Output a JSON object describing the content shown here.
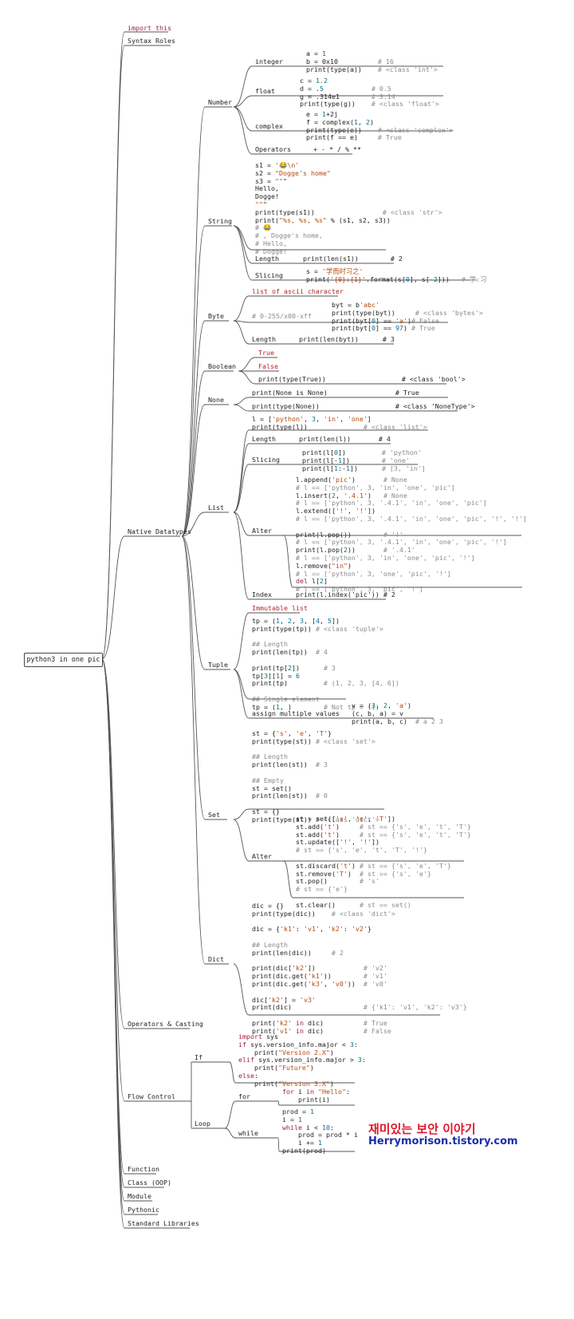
{
  "root": "python3 in one pic",
  "level1": {
    "import_this": "import this",
    "syntax_roles": "Syntax Roles",
    "native_datatypes": "Native Datatypes",
    "operators_casting": "Operators & Casting",
    "flow_control": "Flow Control",
    "function": "Function",
    "class_oop": "Class (OOP)",
    "module": "Module",
    "pythonic": "Pythonic",
    "standard_libraries": "Standard Libraries"
  },
  "types": {
    "number": "Number",
    "string": "String",
    "byte": "Byte",
    "boolean": "Boolean",
    "none": "None",
    "list": "List",
    "tuple": "Tuple",
    "set": "Set",
    "dict": "Dict"
  },
  "number": {
    "integer": "integer",
    "float": "float",
    "complex": "complex",
    "operators": "Operators",
    "operators_code": "+ - * / % **",
    "integer_code": "a = 1\nb = 0x10          # 16\nprint(type(a))    # <class 'int'>",
    "float_code": "c = 1.2\nd = .5            # 0.5\ng = .314e1        # 3.14\nprint(type(g))    # <class 'float'>",
    "complex_code": "e = 1+2j\nf = complex(1, 2)\nprint(type(e))    # <class 'complex'>\nprint(f == e)     # True"
  },
  "string": {
    "intro_code": "s1 = '😂\\n'\ns2 = \"Dogge's home\"\ns3 = \"\"\"\nHello,\nDogge!\n\"\"\"\nprint(type(s1))                 # <class 'str'>\nprint(\"%s, %s, %s\" % (s1, s2, s3))\n# 😂\n# , Dogge's home,\n# Hello,\n# Dogge!",
    "length": "Length",
    "length_code": "print(len(s1))        # 2",
    "slicing": "Slicing",
    "slicing_code": "s = '学而时习之'\nprint('{0}:{1}'.format(s[0], s[-2]))   # 学:习"
  },
  "byte": {
    "list_ascii": "list of ascii character",
    "range_comment": "# 0-255/x00-xff",
    "code": "byt = b'abc'\nprint(type(byt))     # <class 'bytes'>\nprint(byt[0] == 'a')# False\nprint(byt[0] == 97) # True",
    "length": "Length",
    "length_code": "print(len(byt))      # 3"
  },
  "boolean": {
    "true": "True",
    "false": "False",
    "code": "print(type(True))                   # <class 'bool'>"
  },
  "none": {
    "line1": "print(None is None)                 # True",
    "line2": "print(type(None))                   # <class 'NoneType'>"
  },
  "list": {
    "intro_code": "l = ['python', 3, 'in', 'one']\nprint(type(l))              # <class 'list'>",
    "length": "Length",
    "length_code": "print(len(l))       # 4",
    "slicing": "Slicing",
    "slicing_code": "print(l[0])         # 'python'\nprint(l[-1])        # 'one'\nprint(l[1:-1])      # [3, 'in']",
    "alter": "Alter",
    "alter_code": "l.append('pic')       # None\n# l == ['python', 3, 'in', 'one', 'pic']\nl.insert(2, '.4.1')   # None\n# l == ['python', 3, '.4.1', 'in', 'one', 'pic']\nl.extend(['!', '!'])\n# l == ['python', 3, '.4.1', 'in', 'one', 'pic', '!', '!']\n\nprint(l.pop())        # '!'\n# l == ['python', 3, '.4.1', 'in', 'one', 'pic', '!']\nprint(l.pop(2))       # '.4.1'\n# l == ['python', 3, 'in', 'one', 'pic', '!']\nl.remove(\"in\")\n# l == ['python', 3, 'one', 'pic', '!']\ndel l[2]\n# l == ['python', 3, 'pic', '!']",
    "index": "Index",
    "index_code": "print(l.index('pic')) # 2"
  },
  "tuple": {
    "immutable": "Immutable list",
    "code": "tp = (1, 2, 3, [4, 5])\nprint(type(tp)) # <class 'tuple'>\n\n## Length\nprint(len(tp))  # 4\n\nprint(tp[2])      # 3\ntp[3][1] = 6\nprint(tp)         # (1, 2, 3, [4, 6])\n\n## Single element\ntp = (1, )        # Not tp = (1)",
    "assign": "assign multiple values",
    "assign_code": "v = (3, 2, 'a')\n(c, b, a) = v\nprint(a, b, c)  # a 2 3"
  },
  "set": {
    "intro_code": "st = {'s', 'e', 'T'}\nprint(type(st)) # <class 'set'>\n\n## Length\nprint(len(st))  # 3\n\n## Empty\nst = set()\nprint(len(st))  # 0\n\nst = {}\nprint(type(st)) # <class 'dict'>",
    "alter": "Alter",
    "alter_code": "st = set(['s', 'e', 'T'])\nst.add('t')     # st == {'s', 'e', 't', 'T'}\nst.add('t')     # st == {'s', 'e', 't', 'T'}\nst.update(['!', '!'])\n# st == {'s', 'e', 't', 'T', '!'}\n\nst.discard('t') # st == {'s', 'e', 'T'}\nst.remove('T')  # st == {'s', 'e'}\nst.pop()        # 's'\n# st == {'e'}\n\nst.clear()      # st == set()"
  },
  "dict": {
    "code": "dic = {}\nprint(type(dic))    # <class 'dict'>\n\ndic = {'k1': 'v1', 'k2': 'v2'}\n\n## Length\nprint(len(dic))     # 2\n\nprint(dic['k2'])            # 'v2'\nprint(dic.get('k1'))        # 'v1'\nprint(dic.get('k3', 'v0'))  # 'v0'\n\ndic['k2'] = 'v3'\nprint(dic)                  # {'k1': 'v1', 'k2': 'v3'}\n\nprint('k2' in dic)          # True\nprint('v1' in dic)          # False"
  },
  "flow": {
    "if": "If",
    "if_code": "import sys\nif sys.version_info.major < 3:\n    print(\"Version 2.X\")\nelif sys.version_info.major > 3:\n    print(\"Future\")\nelse:\n    print(\"Version 3.X\")",
    "loop": "Loop",
    "for": "for",
    "for_code": "for i in \"Hello\":\n    print(i)",
    "while": "while",
    "while_code": "prod = 1\ni = 1\nwhile i < 10:\n    prod = prod * i\n    i += 1\nprint(prod)"
  },
  "watermark": {
    "line1": "재미있는 보안 이야기",
    "line2": "Herrymorison.tistory.com"
  },
  "colors": {
    "line": "#555555",
    "comment": "#8a8a8a",
    "string": "#b5480f",
    "number": "#0b6d8c",
    "keyword": "#9b1f3a",
    "watermark_red": "#e0182d",
    "watermark_blue": "#1a2ea8"
  }
}
